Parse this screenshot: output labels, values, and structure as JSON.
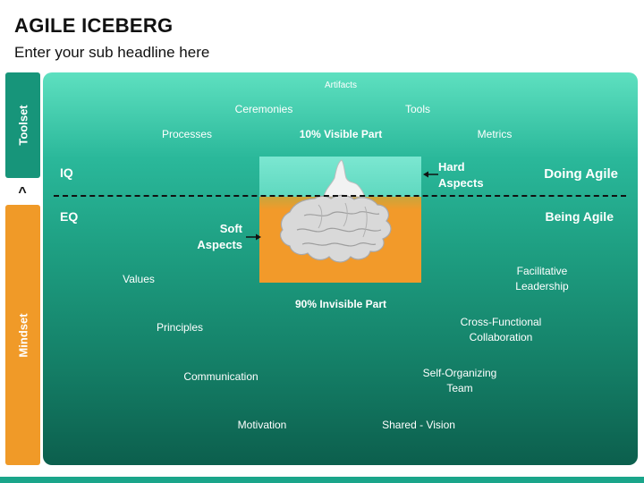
{
  "header": {
    "title": "AGILE ICEBERG",
    "subtitle": "Enter your sub headline here"
  },
  "sidebar": {
    "top_label": "Toolset",
    "bottom_label": "Mindset",
    "divider_symbol": "^"
  },
  "toolset_items": {
    "artifacts": "Artifacts",
    "ceremonies": "Ceremonies",
    "tools": "Tools",
    "processes": "Processes",
    "visible_part": "10% Visible Part",
    "metrics": "Metrics"
  },
  "levels": {
    "iq": "IQ",
    "eq": "EQ",
    "doing_agile": "Doing Agile",
    "being_agile": "Being Agile"
  },
  "aspects": {
    "hard_line1": "Hard",
    "hard_line2": "Aspects",
    "soft_line1": "Soft",
    "soft_line2": "Aspects"
  },
  "mindset_items": {
    "invisible_part": "90% Invisible Part",
    "values": "Values",
    "principles": "Principles",
    "communication": "Communication",
    "motivation": "Motivation",
    "facilitative_line1": "Facilitative",
    "facilitative_line2": "Leadership",
    "cross_functional_line1": "Cross-Functional",
    "cross_functional_line2": "Collaboration",
    "self_organizing_line1": "Self-Organizing",
    "self_organizing_line2": "Team",
    "shared_vision": "Shared - Vision"
  },
  "colors": {
    "toolset_green": "#17957a",
    "mindset_orange": "#f09a28",
    "water_top": "#5ee0c0",
    "water_bottom": "#0c5f4d",
    "iceberg_sky": "#6fe3cb",
    "iceberg_water": "#f29a2a"
  }
}
